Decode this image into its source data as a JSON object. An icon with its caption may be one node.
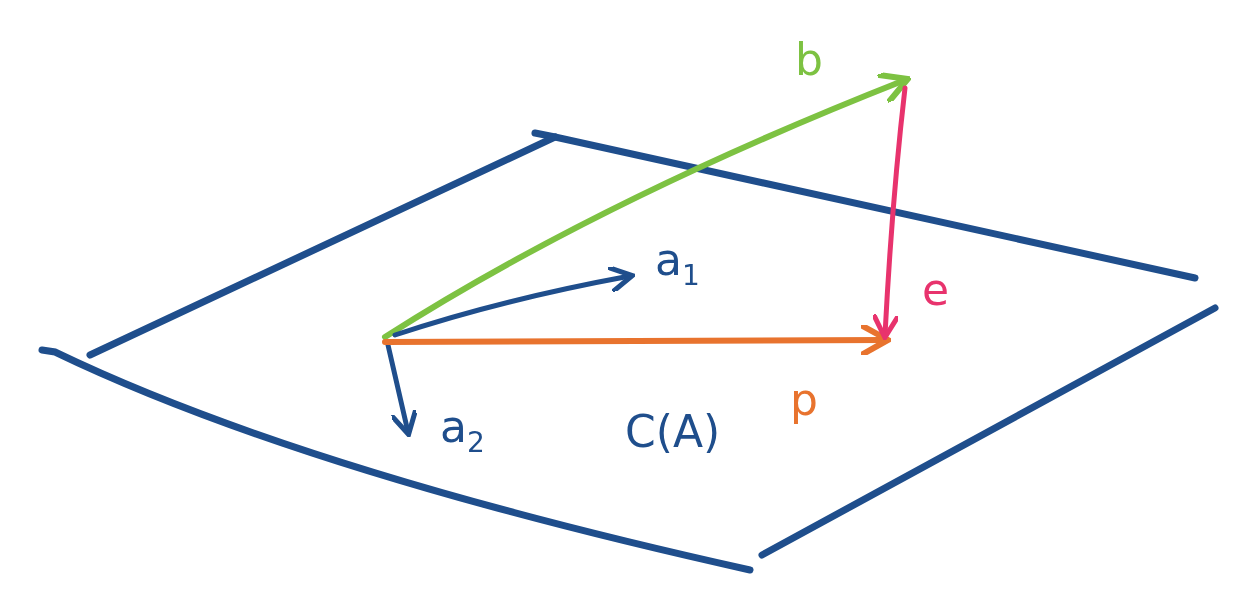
{
  "diagram": {
    "labels": [
      "b",
      "a$_{1}$",
      "e",
      "p",
      "a$_{2}$",
      "C(A)"
    ]
  }
}
